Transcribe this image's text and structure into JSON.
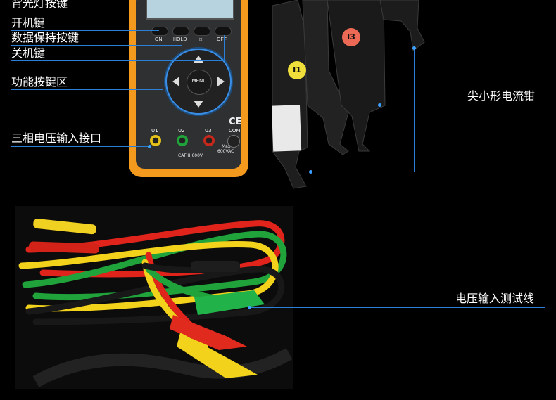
{
  "callouts": {
    "backlight_key": "背光灯按键",
    "power_on_key": "开机键",
    "data_hold_key": "数据保持按键",
    "power_off_key": "关机键",
    "function_keys": "功能按键区",
    "three_phase_input": "三相电压输入接口",
    "current_clamps": "尖小形电流钳",
    "voltage_test_leads": "电压输入测试线"
  },
  "meter": {
    "buttons": [
      "ON",
      "HOLD",
      "OFF"
    ],
    "menu_label": "MENU",
    "jacks": [
      "U1",
      "U2",
      "U3",
      "COM"
    ],
    "cat_label": "CAT Ⅲ 600V",
    "max_label": "Max",
    "max_voltage": "600VAC",
    "ce_mark": "CE"
  },
  "clamps": {
    "badges": [
      "I1",
      "I3"
    ]
  },
  "colors": {
    "callout_line": "#2a7fd6",
    "meter_body": "#f39a1e",
    "wire_red": "#e0241c",
    "wire_green": "#1fa33a",
    "wire_yellow": "#f2d21a",
    "wire_black": "#181818"
  }
}
